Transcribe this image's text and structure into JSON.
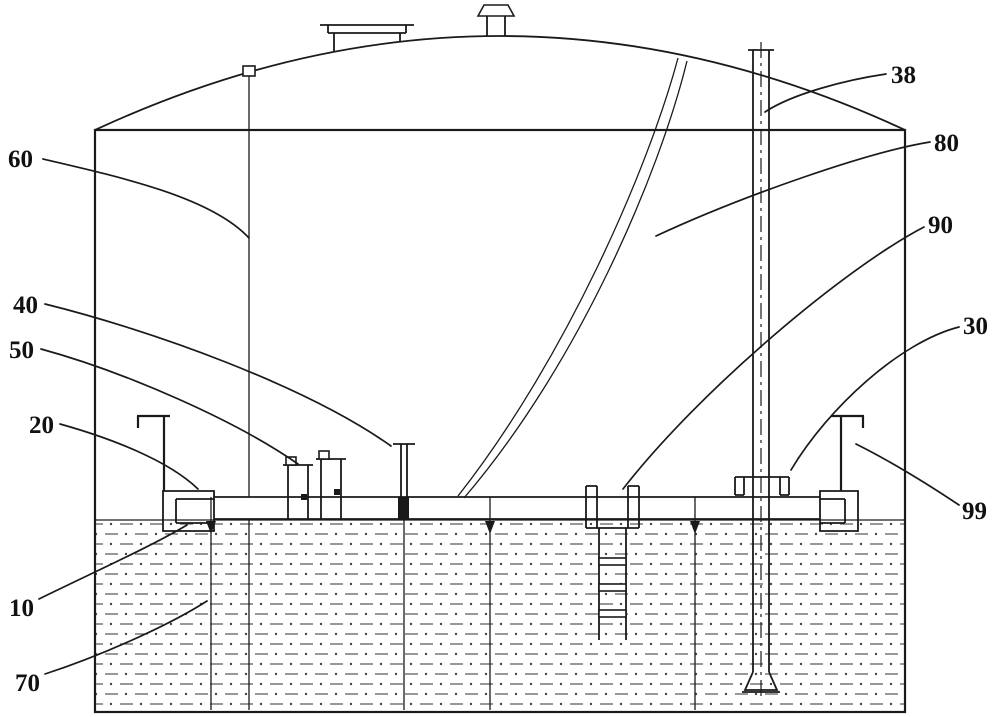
{
  "figure": {
    "kind": "technical-patent-drawing",
    "colors": {
      "ink": "#1a1a1a",
      "background": "#ffffff"
    },
    "labels": [
      {
        "id": "60",
        "text": "60"
      },
      {
        "id": "40",
        "text": "40"
      },
      {
        "id": "50",
        "text": "50"
      },
      {
        "id": "20",
        "text": "20"
      },
      {
        "id": "10",
        "text": "10"
      },
      {
        "id": "70",
        "text": "70"
      },
      {
        "id": "38",
        "text": "38"
      },
      {
        "id": "80",
        "text": "80"
      },
      {
        "id": "90",
        "text": "90"
      },
      {
        "id": "30",
        "text": "30"
      },
      {
        "id": "99",
        "text": "99"
      }
    ]
  }
}
